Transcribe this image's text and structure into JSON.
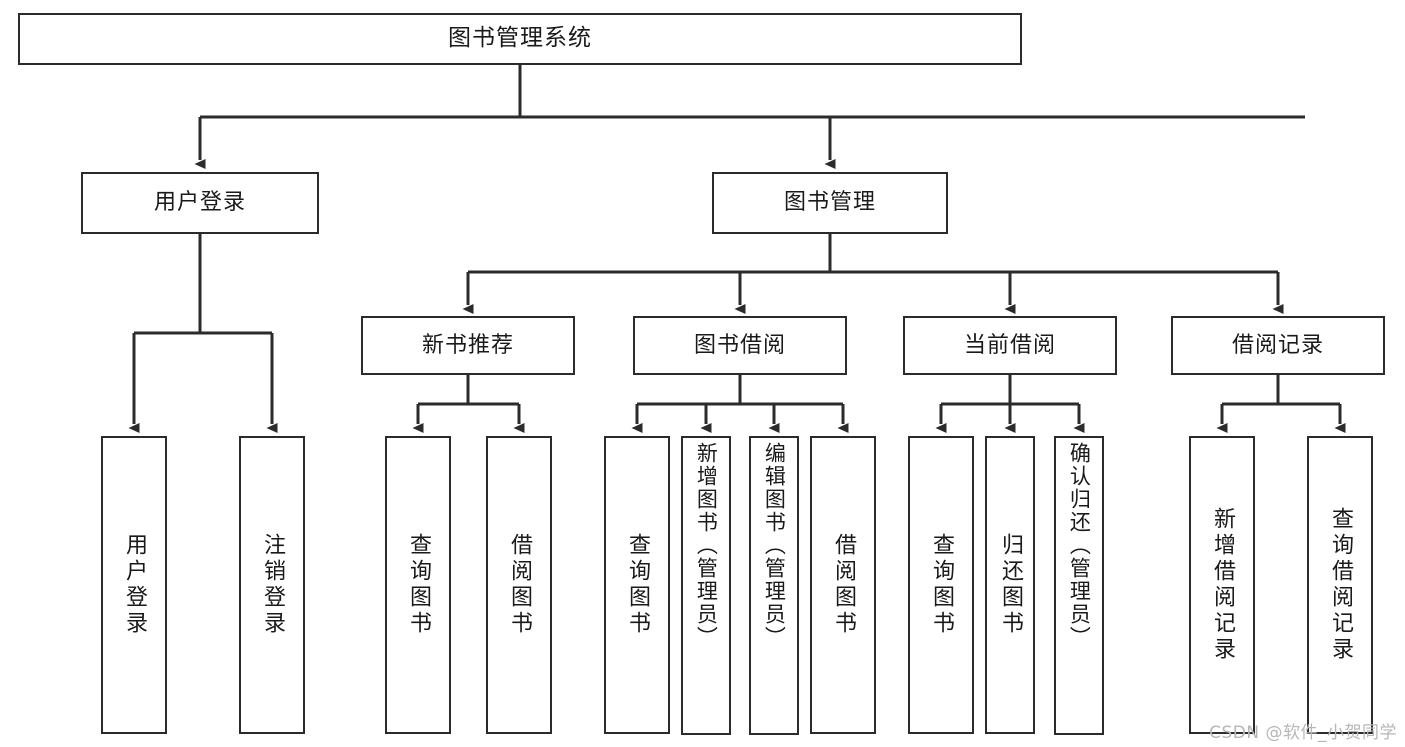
{
  "diagram": {
    "title": "图书管理系统",
    "type": "tree-hierarchy-chart",
    "watermark": "CSDN @软件_小贺同学",
    "colors": {
      "box_border": "#2b2b2b",
      "box_fill": "#ffffff",
      "connector": "#2b2b2b",
      "text": "#1a1a1a",
      "watermark": "#b6b6b6",
      "background": "#ffffff"
    }
  },
  "nodes": {
    "root": {
      "label": "图书管理系统"
    },
    "level1": [
      {
        "label": "用户登录"
      },
      {
        "label": "图书管理"
      }
    ],
    "level2": [
      {
        "label": "新书推荐"
      },
      {
        "label": "图书借阅"
      },
      {
        "label": "当前借阅"
      },
      {
        "label": "借阅记录"
      }
    ],
    "leaves": {
      "user_login": [
        {
          "label": "用户登录"
        },
        {
          "label": "注销登录"
        }
      ],
      "new_book_recommend": [
        {
          "label": "查询图书"
        },
        {
          "label": "借阅图书"
        }
      ],
      "book_borrow": [
        {
          "label": "查询图书"
        },
        {
          "label": "新增图书（管理员）"
        },
        {
          "label": "编辑图书（管理员）"
        },
        {
          "label": "借阅图书"
        }
      ],
      "current_borrow": [
        {
          "label": "查询图书"
        },
        {
          "label": "归还图书"
        },
        {
          "label": "确认归还（管理员）"
        }
      ],
      "borrow_record": [
        {
          "label": "新增借阅记录"
        },
        {
          "label": "查询借阅记录"
        }
      ]
    }
  }
}
